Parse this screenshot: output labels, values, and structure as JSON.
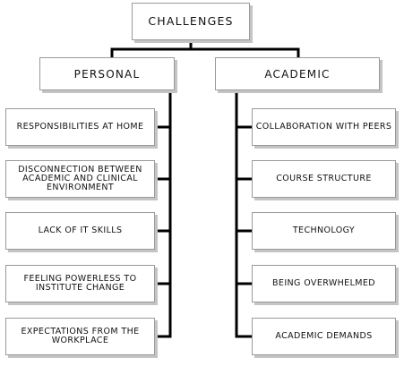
{
  "diagram": {
    "root": "CHALLENGES",
    "branches": [
      {
        "label": "PERSONAL",
        "items": [
          "RESPONSIBILITIES  AT HOME",
          "DISCONNECTION BETWEEN ACADEMIC AND CLINICAL ENVIRONMENT",
          "LACK OF IT SKILLS",
          "FEELING POWERLESS TO INSTITUTE CHANGE",
          "EXPECTATIONS  FROM THE WORKPLACE"
        ]
      },
      {
        "label": "ACADEMIC",
        "items": [
          "COLLABORATION WITH PEERS",
          "COURSE STRUCTURE",
          "TECHNOLOGY",
          "BEING OVERWHELMED",
          "ACADEMIC DEMANDS"
        ]
      }
    ]
  }
}
